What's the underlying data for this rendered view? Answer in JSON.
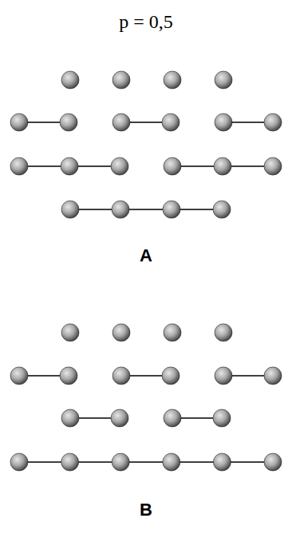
{
  "diagram": {
    "title": "p = 0,5",
    "labels": [
      "A",
      "B"
    ]
  }
}
